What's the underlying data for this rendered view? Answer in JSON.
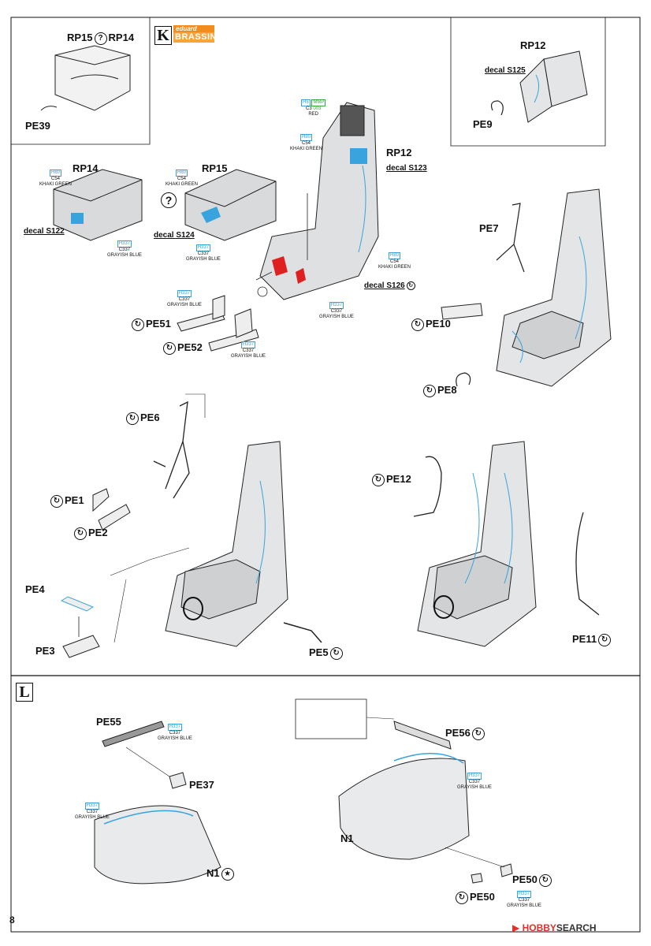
{
  "steps": {
    "k": "K",
    "l": "L"
  },
  "logo": {
    "top": "eduard",
    "bottom": "BRASSIN"
  },
  "page_number": "8",
  "watermark": {
    "icon": "hobby-search-logo-icon",
    "text_a": "HOBBY",
    "text_b": "SEARCH"
  },
  "parts": {
    "rp15a": "RP15",
    "rp14a": "RP14",
    "pe39": "PE39",
    "rp14": "RP14",
    "rp15": "RP15",
    "rp12_top": "RP12",
    "rp12_main": "RP12",
    "pe9": "PE9",
    "pe7": "PE7",
    "pe51": "PE51",
    "pe52": "PE52",
    "pe10": "PE10",
    "pe8": "PE8",
    "pe6": "PE6",
    "pe1": "PE1",
    "pe2": "PE2",
    "pe4": "PE4",
    "pe3": "PE3",
    "pe5": "PE5",
    "pe12": "PE12",
    "pe11": "PE11",
    "pe55": "PE55",
    "pe37": "PE37",
    "n1_left": "N1",
    "pe56": "PE56",
    "n1_right": "N1",
    "pe50_a": "PE50",
    "pe50_b": "PE50"
  },
  "decals": {
    "s125": "decal S125",
    "s123": "decal S123",
    "s122": "decal S122",
    "s124": "decal S124",
    "s126": "decal S126"
  },
  "paints": {
    "h5": "H5",
    "mmp": "MMP",
    "c3": "C3",
    "mmp003": "003",
    "red": "RED",
    "h80": "H80",
    "c54": "C54",
    "khaki": "KHAKI GREEN",
    "h337": "H337",
    "c337": "C337",
    "grayish": "GRAYISH BLUE"
  },
  "symbols": {
    "question": "?",
    "flip": "↻",
    "star": "★"
  },
  "colors": {
    "blue": "#39a3dd",
    "red": "#e02020",
    "green": "#3ca43c",
    "orange": "#f28c1e"
  }
}
